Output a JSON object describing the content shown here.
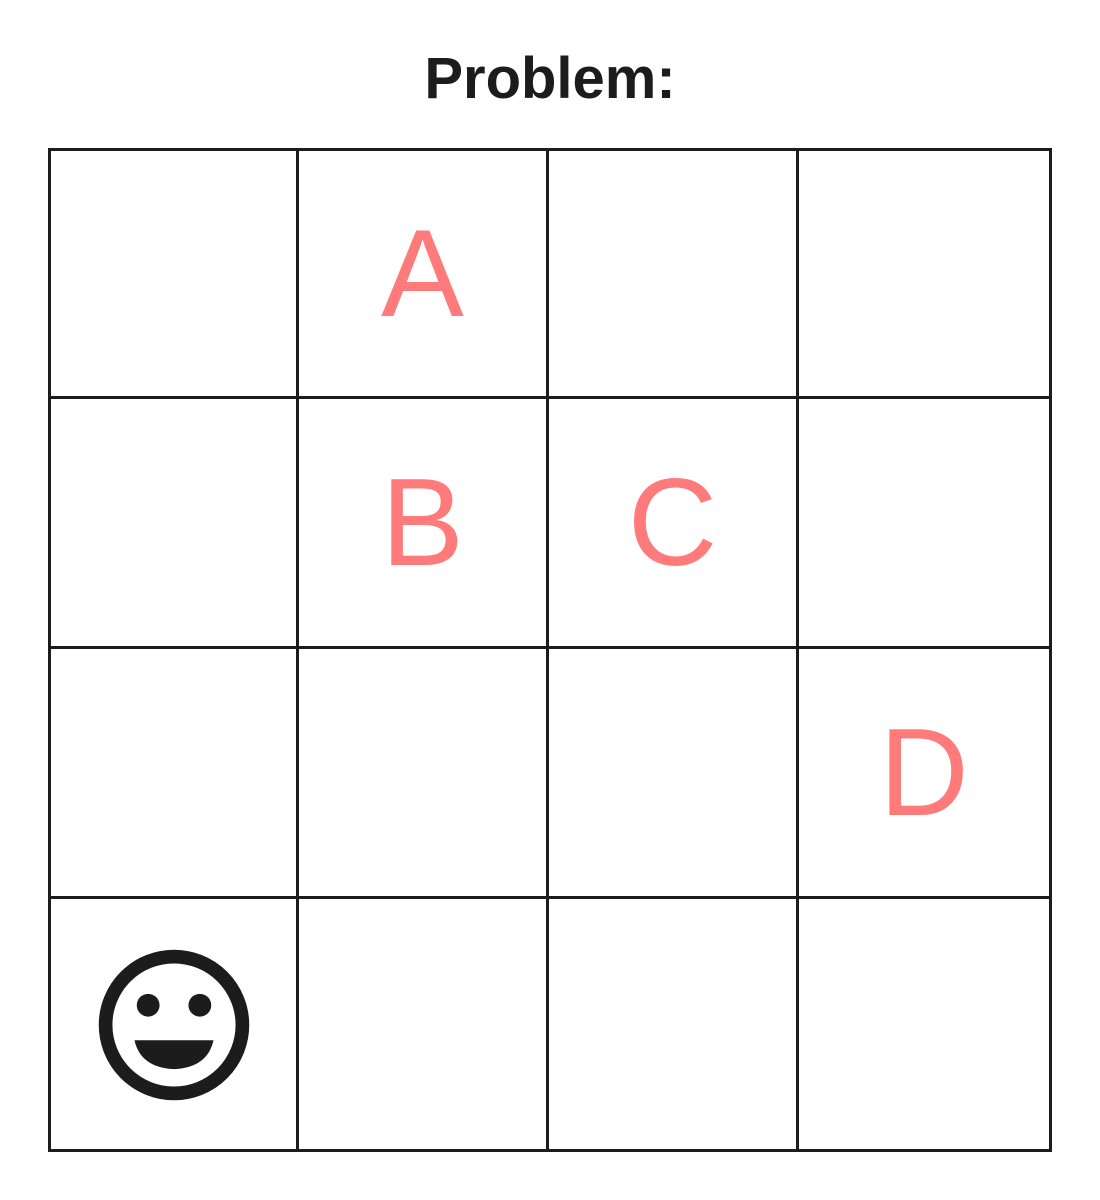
{
  "title": "Problem:",
  "grid": {
    "rows": 4,
    "cols": 4,
    "label_color": "#ff7b7b",
    "cells": [
      [
        "",
        "A",
        "",
        ""
      ],
      [
        "",
        "B",
        "C",
        ""
      ],
      [
        "",
        "",
        "",
        "D"
      ],
      [
        "",
        "",
        "",
        ""
      ]
    ],
    "player": {
      "row": 3,
      "col": 0,
      "icon": "smiley-face-icon"
    }
  }
}
